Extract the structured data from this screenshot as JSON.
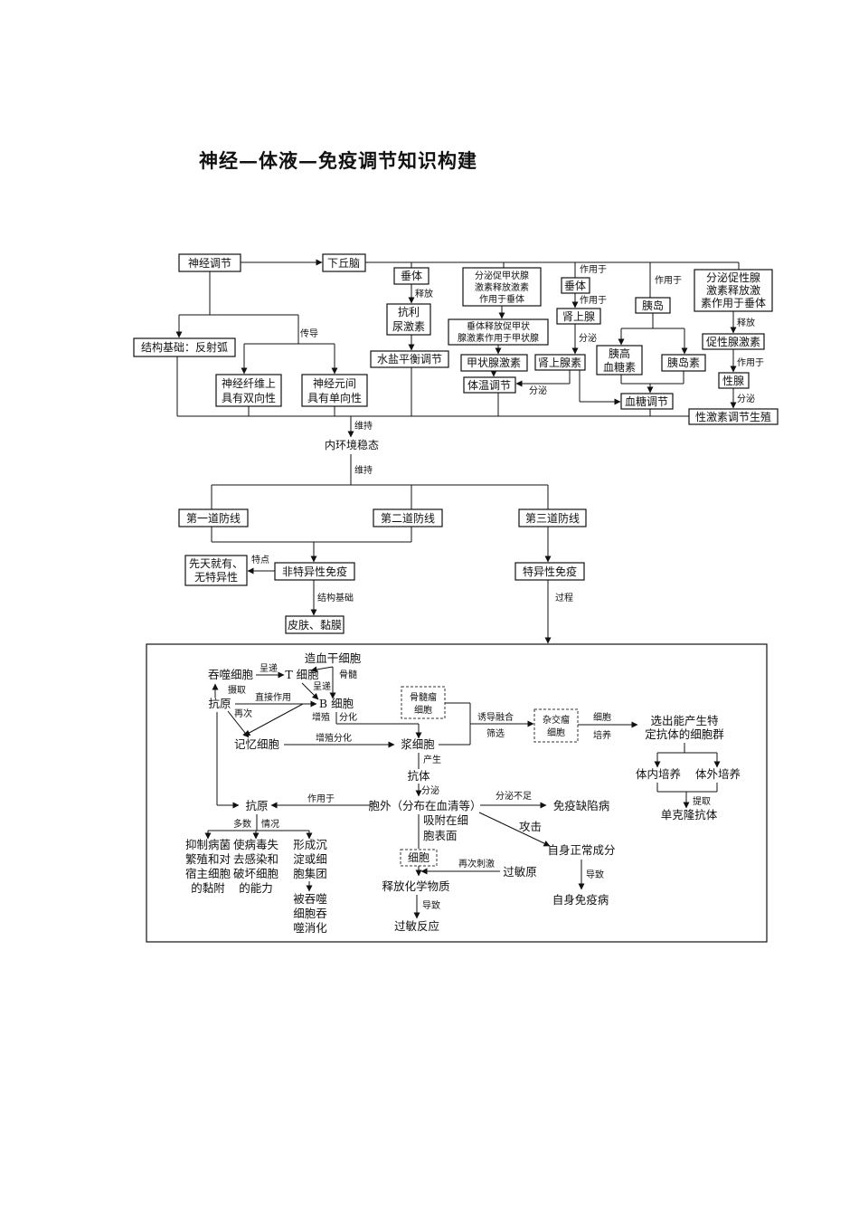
{
  "title": "神经—体液—免疫调节知识构建",
  "top": {
    "shenjing": "神经调节",
    "xiaqiunao": "下丘脑",
    "chuiti_a": "垂体",
    "shifang": "释放",
    "kangliniao": [
      "抗利",
      "尿激素"
    ],
    "shuiyan": "水盐平衡调节",
    "fenmi_tsh": [
      "分泌促甲状腺",
      "激素释放激素",
      "作用于垂体"
    ],
    "chuiti_tsh": [
      "垂体释放促甲状",
      "腺激素作用于甲状腺"
    ],
    "jiazhuangxian": "甲状腺激素",
    "tiwen": "体温调节",
    "fenmi": "分泌",
    "chuiti_b": "垂体",
    "zuoyongyu": "作用于",
    "shenshangxian": "肾上腺",
    "shenshangxiansu": "肾上腺素",
    "yidao": "胰岛",
    "yigaoxuetangsu": [
      "胰高",
      "血糖素"
    ],
    "yidaosu": "胰岛素",
    "xuetang": "血糖调节",
    "fenmi_gnrh": [
      "分泌促性腺",
      "激素释放激",
      "素作用于垂体"
    ],
    "cuxingxian": "促性腺激素",
    "xingxian": "性腺",
    "xingjisu": "性激素调节生殖",
    "jiegou": "结构基础：反射弧",
    "chuandao": "传导",
    "xianwei": [
      "神经纤维上",
      "具有双向性"
    ],
    "yuanjian": [
      "神经元间",
      "具有单向性"
    ],
    "weichi": "维持",
    "neihuanjing": "内环境稳态"
  },
  "mid": {
    "first": "第一道防线",
    "second": "第二道防线",
    "third": "第三道防线",
    "tedian": "特点",
    "xiantian": [
      "先天就有、",
      "无特异性"
    ],
    "feite": "非特异性免疫",
    "jiegoujichu": "结构基础",
    "pifu": "皮肤、黏膜",
    "teyi": "特异性免疫",
    "guocheng": "过程"
  },
  "bottom": {
    "zaoxue": "造血干细胞",
    "tunshi": "吞噬细胞",
    "chengdi": "呈递",
    "tcell": "T 细胞",
    "gusui": "骨髓",
    "sheqv": "摄取",
    "kangyuan": "抗原",
    "zhijie": "直接作用",
    "bcell": "B 细胞",
    "zaici": "再次",
    "zengzhi": "增殖",
    "fenhua": "分化",
    "jiyi": "记忆细胞",
    "zengzhifenhua": "增殖分化",
    "jiang": "浆细胞",
    "chansheng": "产生",
    "kangti": "抗体",
    "gusuiliu": [
      "骨髓瘤",
      "细胞"
    ],
    "youdao": "诱导融合",
    "shaixuan": "筛选",
    "zajiao": [
      "杂交瘤",
      "细胞"
    ],
    "xibao": "细胞",
    "peiyang": "培养",
    "xuanchu": [
      "选出能产生特",
      "定抗体的细胞群"
    ],
    "tinei": "体内培养",
    "tiwai": "体外培养",
    "tiqu": "提取",
    "dankelong": "单克隆抗体",
    "baowai": "胞外（分布在血清等）",
    "fenmibuzu": "分泌不足",
    "mianyi": "免疫缺陷病",
    "gongji": "攻击",
    "zishen": "自身正常成分",
    "daozhi": "导致",
    "zishenmianyi": "自身免疫病",
    "kangyuan2": "抗原",
    "duoshu": "多数",
    "qingkuang": "情况",
    "yizhi": [
      "抑制病菌",
      "繁殖和对",
      "宿主细胞",
      "的黏附"
    ],
    "shibingdu": [
      "使病毒失",
      "去感染和",
      "破坏细胞",
      "的能力"
    ],
    "xingcheng": [
      "形成沉",
      "淀或细",
      "胞集团"
    ],
    "beitunshi": [
      "被吞噬",
      "细胞吞",
      "噬消化"
    ],
    "xifu": [
      "吸附在细",
      "胞表面"
    ],
    "xibao2": "细胞",
    "zaicicijii": "再次刺激",
    "guominyuan": "过敏原",
    "shifanghua": "释放化学物质",
    "guominfanying": "过敏反应"
  }
}
